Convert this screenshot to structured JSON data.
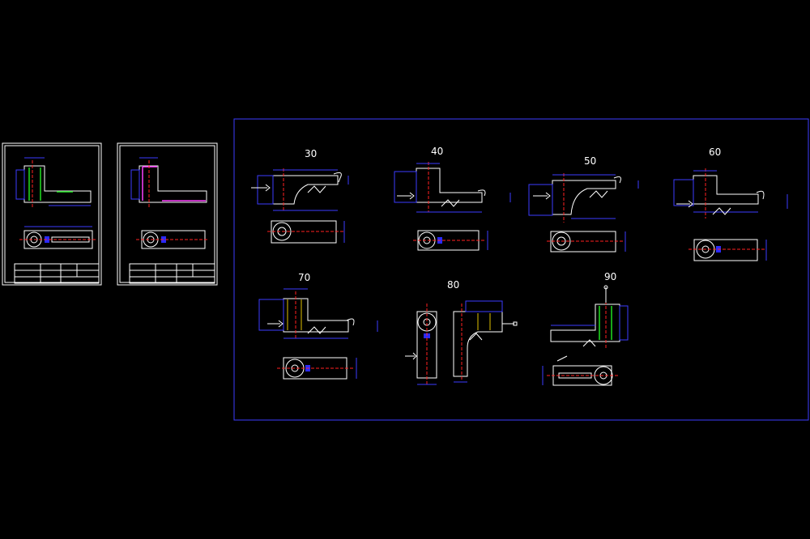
{
  "sheet": {
    "background": "#000000",
    "frame_color": "#2a2aff",
    "line_color": "#ffffff",
    "center_line_color": "#ff2020"
  },
  "views": [
    {
      "angle_label": "30"
    },
    {
      "angle_label": "40"
    },
    {
      "angle_label": "50"
    },
    {
      "angle_label": "60"
    },
    {
      "angle_label": "70"
    },
    {
      "angle_label": "80"
    },
    {
      "angle_label": "90"
    }
  ]
}
